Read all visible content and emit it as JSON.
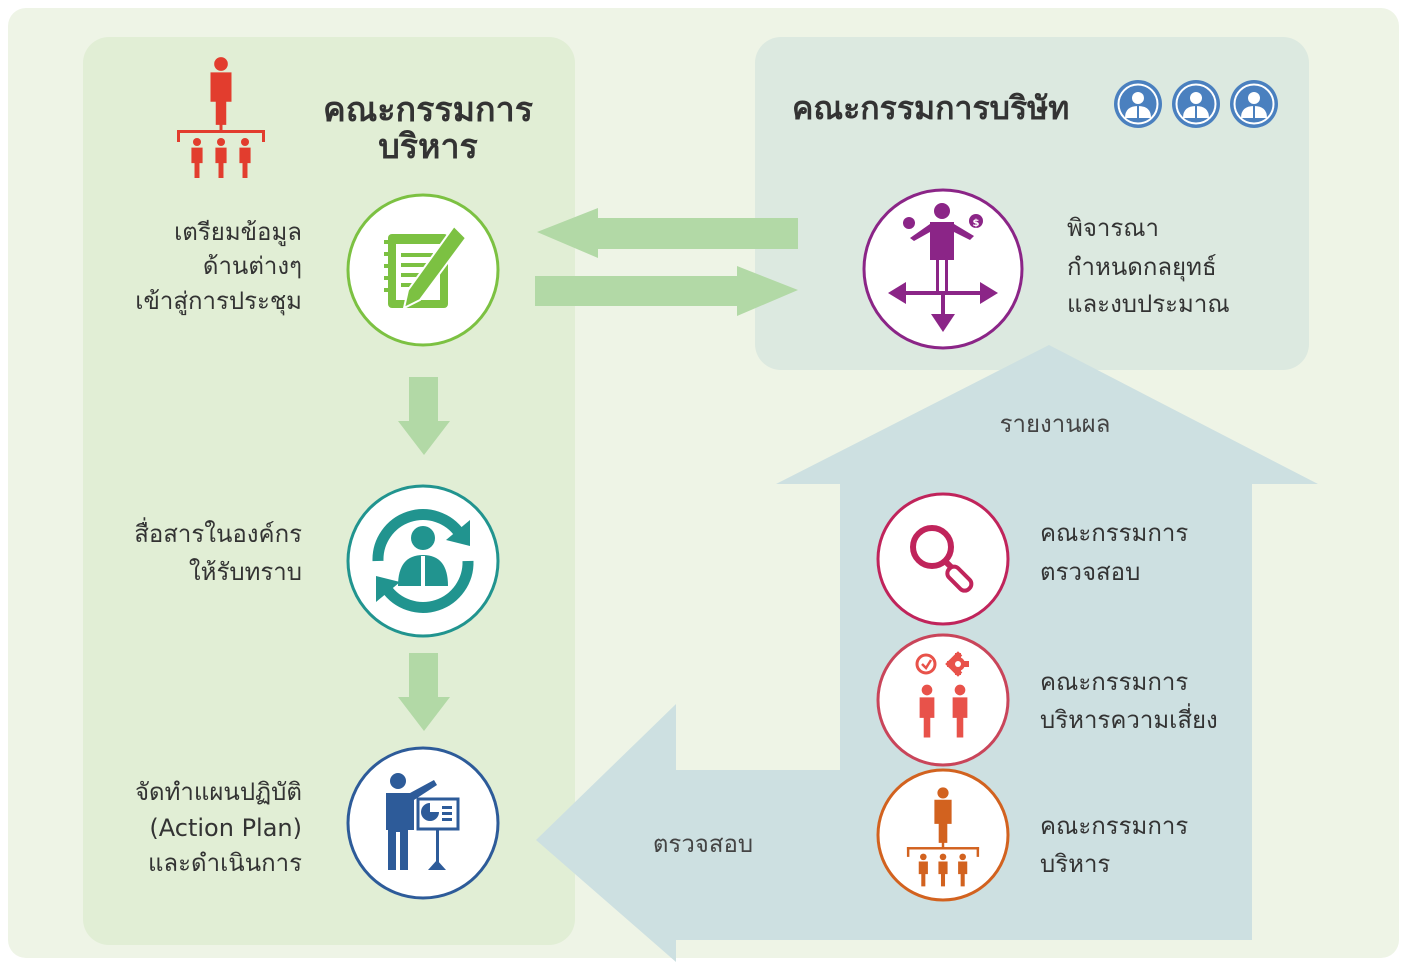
{
  "colors": {
    "background": "#eef4e6",
    "left_panel": "#e1eed5",
    "right_panel": "#dce9e0",
    "arrow_green": "#b2d9a6",
    "arrow_blue": "#cde0e1",
    "circle_green": "#7cc142",
    "circle_teal": "#21948f",
    "circle_navy": "#2d5b99",
    "circle_purple": "#8b2587",
    "circle_magenta": "#c0245b",
    "circle_red": "#c9455a",
    "circle_orange": "#d2621f",
    "icon_red": "#e23d2e",
    "icon_blue": "#4a80bf",
    "text": "#333333"
  },
  "left_panel": {
    "title_line1": "คณะกรรมการ",
    "title_line2": "บริหาร",
    "icon": "org-hierarchy-icon",
    "steps": [
      {
        "icon": "notepad-pen-icon",
        "lines": [
          "เตรียมข้อมูล",
          "ด้านต่างๆ",
          "เข้าสู่การประชุม"
        ]
      },
      {
        "icon": "person-sync-icon",
        "lines": [
          "สื่อสารในองค์กร",
          "ให้รับทราบ"
        ]
      },
      {
        "icon": "presenter-board-icon",
        "lines": [
          "จัดทำแผนปฏิบัติ",
          "(Action Plan)",
          "และดำเนินการ"
        ]
      }
    ]
  },
  "right_panel": {
    "title": "คณะกรรมการบริษัท",
    "title_icons": [
      "board-member-icon",
      "board-member-icon",
      "board-member-icon"
    ],
    "step": {
      "icon": "decision-maker-icon",
      "lines": [
        "พิจารณา",
        "กำหนดกลยุทธ์",
        "และงบประมาณ"
      ]
    }
  },
  "flows": {
    "report_label": "รายงานผล",
    "audit_label": "ตรวจสอบ"
  },
  "committees": [
    {
      "icon": "magnifier-icon",
      "lines": [
        "คณะกรรมการ",
        "ตรวจสอบ"
      ]
    },
    {
      "icon": "risk-team-icon",
      "lines": [
        "คณะกรรมการ",
        "บริหารความเสี่ยง"
      ]
    },
    {
      "icon": "org-hierarchy-icon",
      "lines": [
        "คณะกรรมการ",
        "บริหาร"
      ]
    }
  ]
}
